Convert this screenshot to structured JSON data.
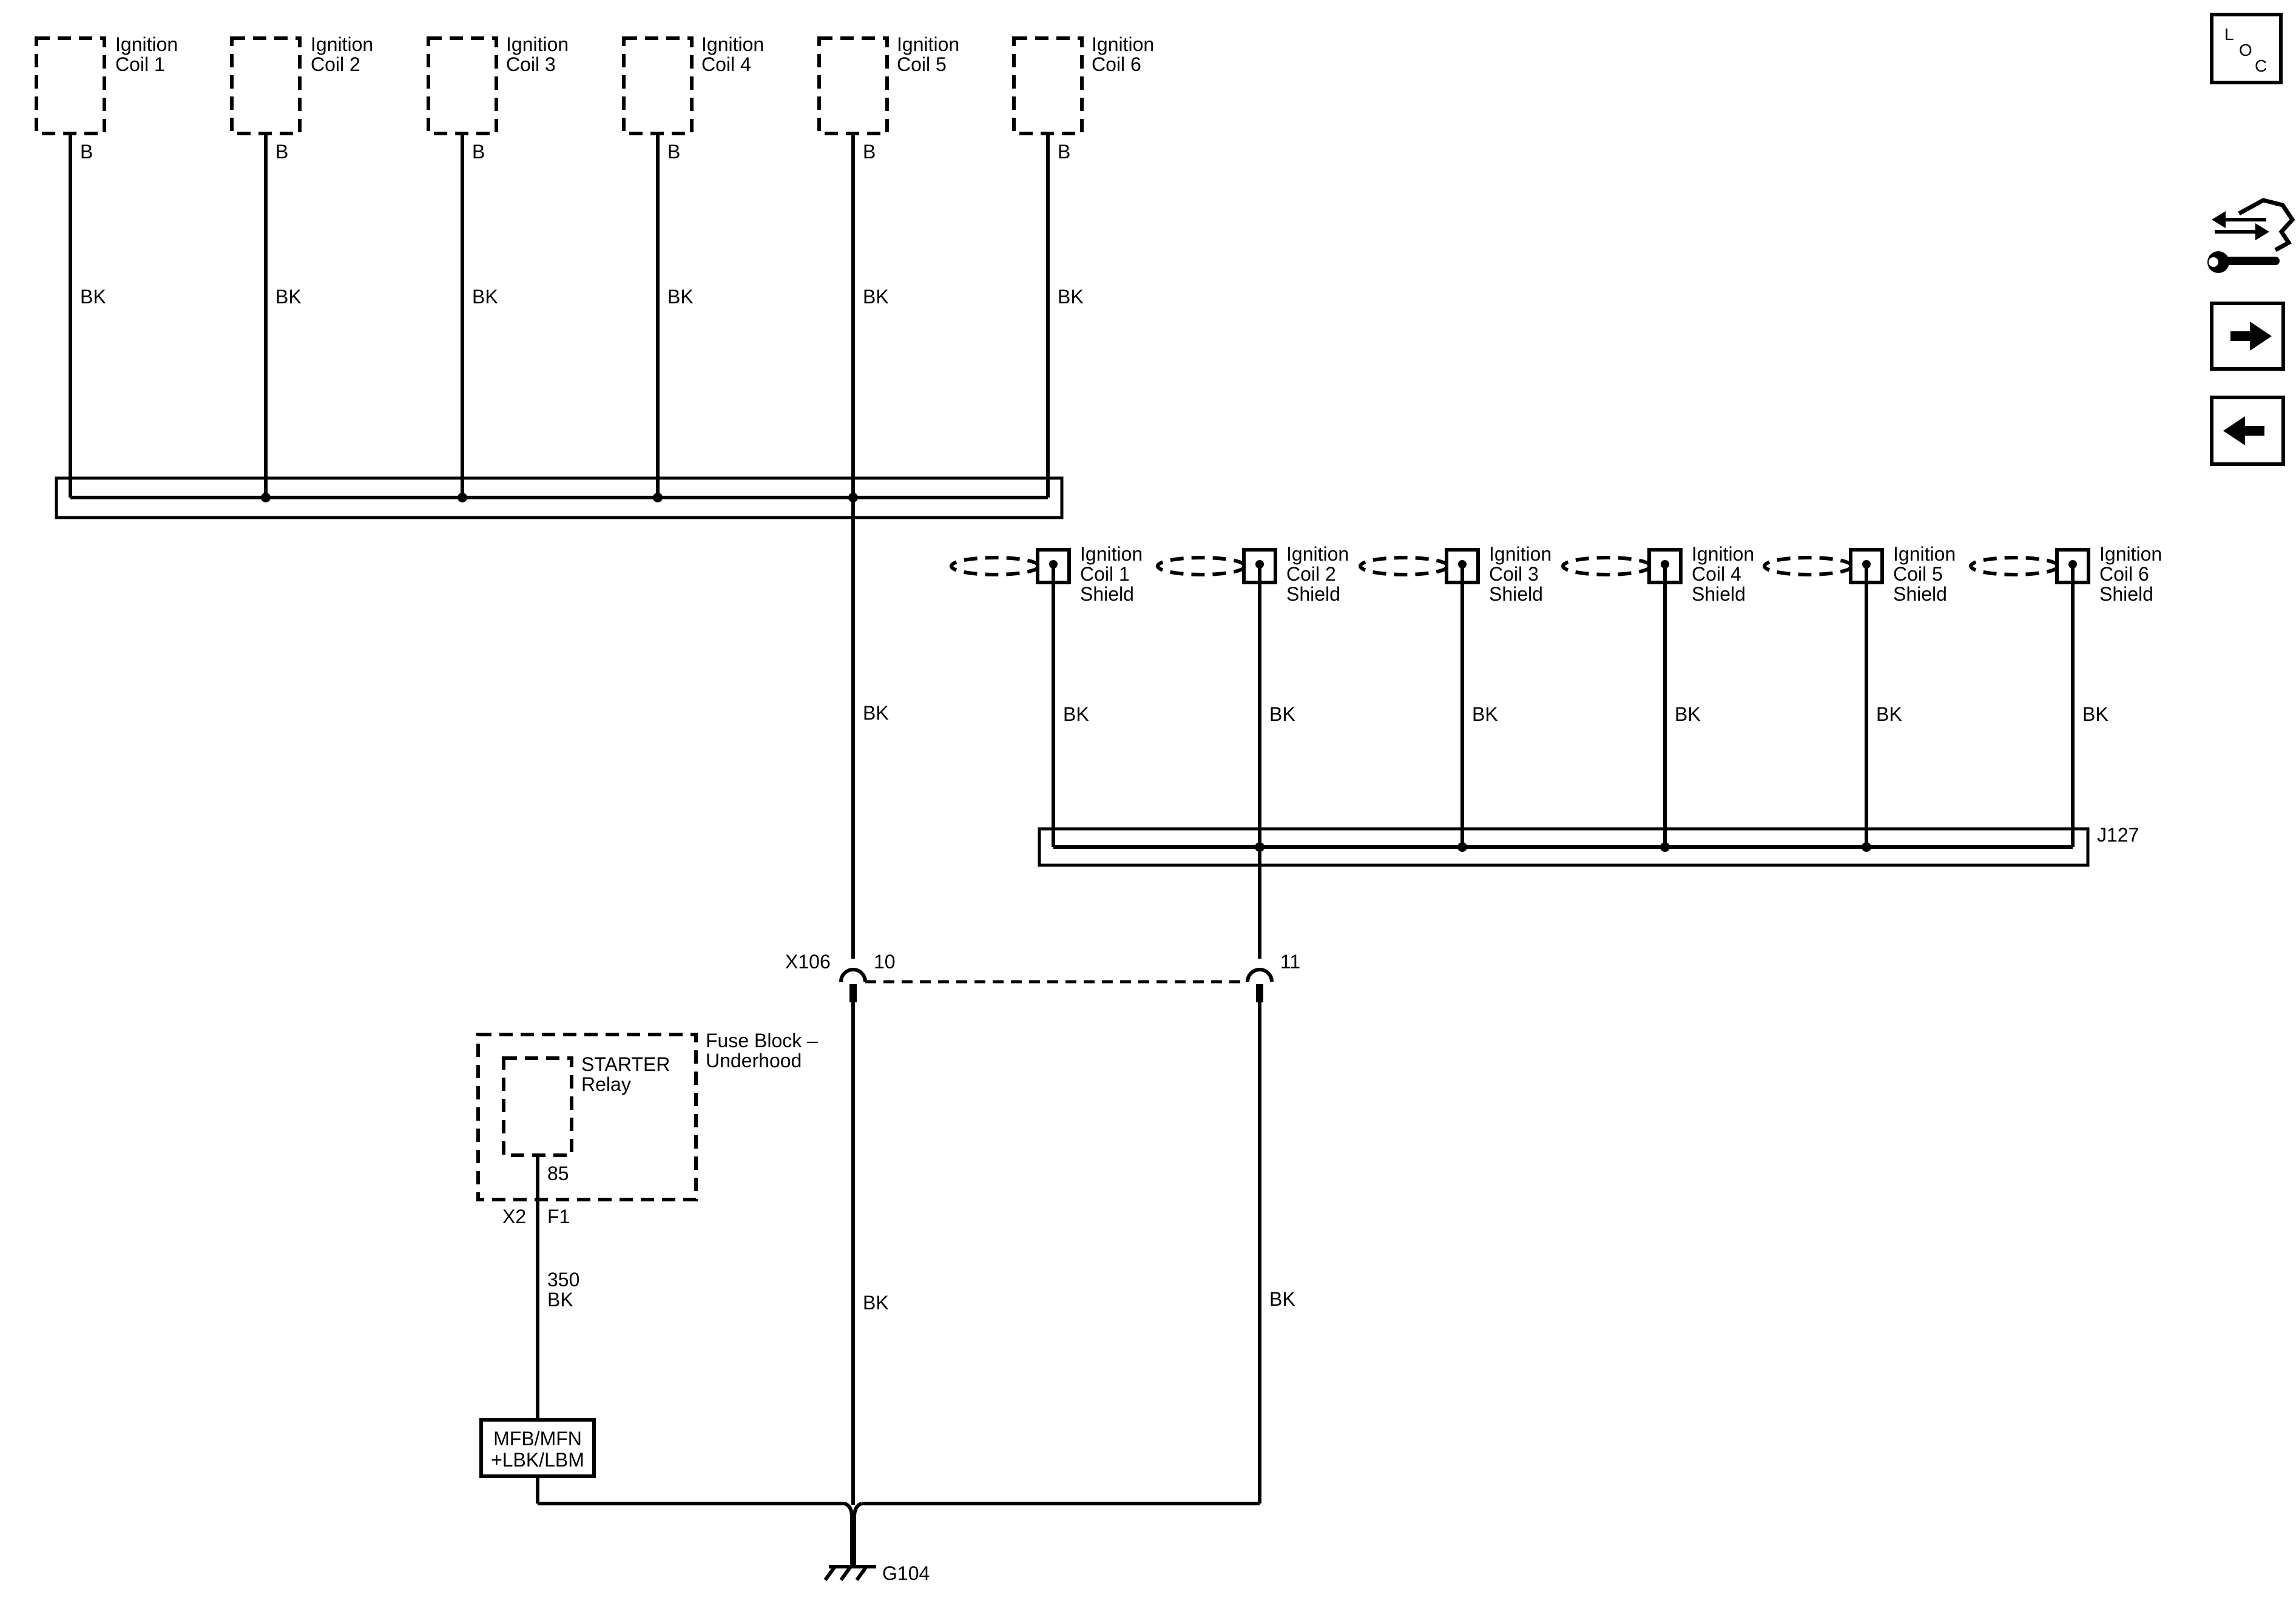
{
  "ignition_coils": [
    {
      "label": "Ignition Coil 1",
      "line1": "Ignition",
      "line2": "Coil 1",
      "terminal": "B",
      "wire_color": "BK"
    },
    {
      "label": "Ignition Coil 2",
      "line1": "Ignition",
      "line2": "Coil 2",
      "terminal": "B",
      "wire_color": "BK"
    },
    {
      "label": "Ignition Coil 3",
      "line1": "Ignition",
      "line2": "Coil 3",
      "terminal": "B",
      "wire_color": "BK"
    },
    {
      "label": "Ignition Coil 4",
      "line1": "Ignition",
      "line2": "Coil 4",
      "terminal": "B",
      "wire_color": "BK"
    },
    {
      "label": "Ignition Coil 5",
      "line1": "Ignition",
      "line2": "Coil 5",
      "terminal": "B",
      "wire_color": "BK"
    },
    {
      "label": "Ignition Coil 6",
      "line1": "Ignition",
      "line2": "Coil 6",
      "terminal": "B",
      "wire_color": "BK"
    }
  ],
  "coil_shields": [
    {
      "line1": "Ignition",
      "line2": "Coil 1",
      "line3": "Shield",
      "wire_color": "BK"
    },
    {
      "line1": "Ignition",
      "line2": "Coil 2",
      "line3": "Shield",
      "wire_color": "BK"
    },
    {
      "line1": "Ignition",
      "line2": "Coil 3",
      "line3": "Shield",
      "wire_color": "BK"
    },
    {
      "line1": "Ignition",
      "line2": "Coil 4",
      "line3": "Shield",
      "wire_color": "BK"
    },
    {
      "line1": "Ignition",
      "line2": "Coil 5",
      "line3": "Shield",
      "wire_color": "BK"
    },
    {
      "line1": "Ignition",
      "line2": "Coil 6",
      "line3": "Shield",
      "wire_color": "BK"
    }
  ],
  "splice_j127": "J127",
  "main_trunk_wire": "BK",
  "connector": {
    "name": "X106",
    "pin_a": "10",
    "pin_b": "11",
    "lower_wire_a": "BK",
    "lower_wire_b": "BK"
  },
  "fuse_block": {
    "line1": "Fuse Block –",
    "line2": "Underhood",
    "relay_line1": "STARTER",
    "relay_line2": "Relay",
    "relay_pin": "85",
    "connector": "X2",
    "cavity": "F1",
    "circuit": "350",
    "wire_color": "BK"
  },
  "option_box": {
    "line1": "MFB/MFN",
    "line2": "+LBK/LBM"
  },
  "ground": "G104",
  "loc_icon": {
    "l": "L",
    "o": "O",
    "c": "C"
  },
  "nav_icons": [
    "component-connector-icon",
    "forward-arrow-icon",
    "back-arrow-icon"
  ]
}
